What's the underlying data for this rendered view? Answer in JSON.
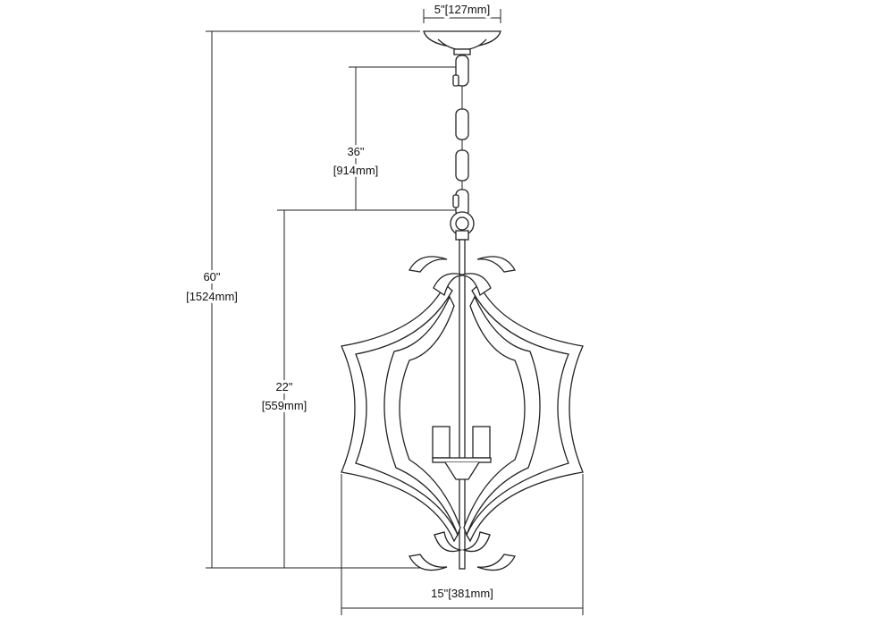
{
  "title": "Pendant fixture dimension drawing",
  "dimensions": {
    "canopy_width": "5\"[127mm]",
    "chain_length_in": "36\"",
    "chain_length_mm": "[914mm]",
    "overall_height_in": "60\"",
    "overall_height_mm": "[1524mm]",
    "fixture_height_in": "22\"",
    "fixture_height_mm": "[559mm]",
    "fixture_width": "15\"[381mm]"
  }
}
